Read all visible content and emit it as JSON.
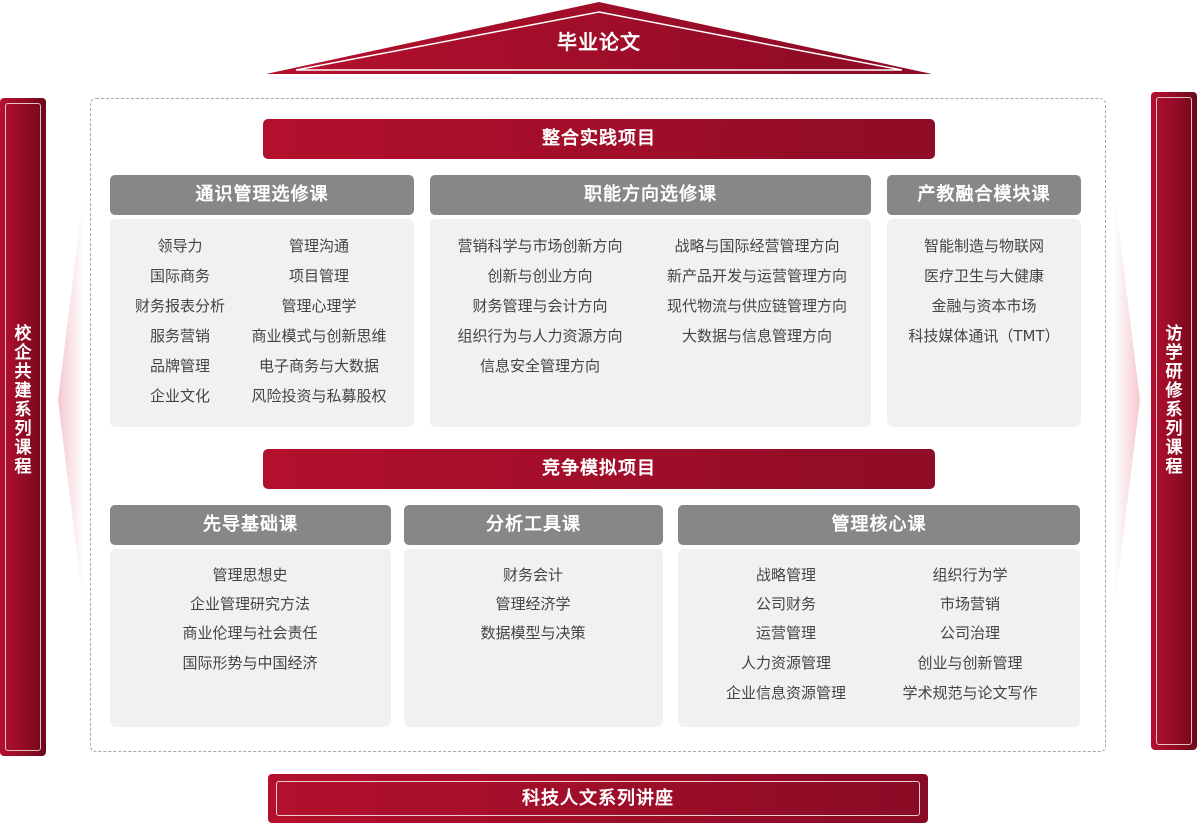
{
  "top": {
    "label": "毕业论文"
  },
  "left_pillar": {
    "chars": [
      "校",
      "企",
      "共",
      "建",
      "系",
      "列",
      "课",
      "程"
    ]
  },
  "right_pillar": {
    "chars": [
      "访",
      "学",
      "研",
      "修",
      "系",
      "列",
      "课",
      "程"
    ]
  },
  "integration": {
    "label": "整合实践项目"
  },
  "competition": {
    "label": "竞争模拟项目"
  },
  "bottom": {
    "label": "科技人文系列讲座"
  },
  "general": {
    "title": "通识管理选修课",
    "col1": [
      "领导力",
      "国际商务",
      "财务报表分析",
      "服务营销",
      "品牌管理",
      "企业文化"
    ],
    "col2": [
      "管理沟通",
      "项目管理",
      "管理心理学",
      "商业模式与创新思维",
      "电子商务与大数据",
      "风险投资与私募股权"
    ]
  },
  "functional": {
    "title": "职能方向选修课",
    "col1": [
      "营销科学与市场创新方向",
      "创新与创业方向",
      "财务管理与会计方向",
      "组织行为与人力资源方向",
      "信息安全管理方向"
    ],
    "col2": [
      "战略与国际经营管理方向",
      "新产品开发与运营管理方向",
      "现代物流与供应链管理方向",
      "大数据与信息管理方向"
    ]
  },
  "industry": {
    "title": "产教融合模块课",
    "items": [
      "智能制造与物联网",
      "医疗卫生与大健康",
      "金融与资本市场",
      "科技媒体通讯（TMT）"
    ]
  },
  "foundation": {
    "title": "先导基础课",
    "items": [
      "管理思想史",
      "企业管理研究方法",
      "商业伦理与社会责任",
      "国际形势与中国经济"
    ]
  },
  "tools": {
    "title": "分析工具课",
    "items": [
      "财务会计",
      "管理经济学",
      "数据模型与决策"
    ]
  },
  "core": {
    "title": "管理核心课",
    "col1": [
      "战略管理",
      "公司财务",
      "运营管理",
      "人力资源管理",
      "企业信息资源管理"
    ],
    "col2": [
      "组织行为学",
      "市场营销",
      "公司治理",
      "创业与创新管理",
      "学术规范与论文写作"
    ]
  },
  "colors": {
    "red": "#9e0e2a",
    "gray": "#878787",
    "panel": "#f1f1f1"
  }
}
